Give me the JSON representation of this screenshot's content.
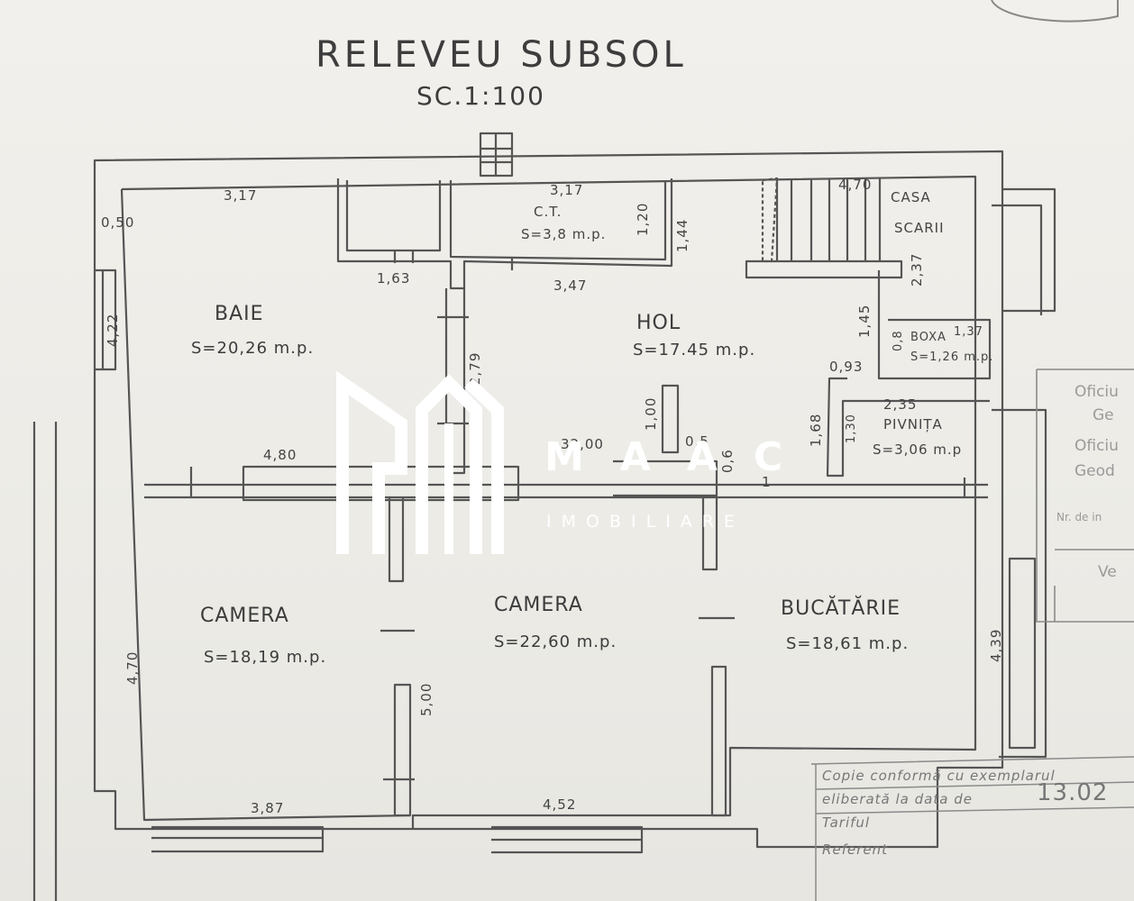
{
  "title": "RELEVEU SUBSOL",
  "scale": "SC.1:100",
  "rooms": {
    "baie": {
      "name": "BAIE",
      "area": "S=20,26 m.p."
    },
    "ct": {
      "name": "C.T.",
      "area": "S=3,8 m.p."
    },
    "hol": {
      "name": "HOL",
      "area": "S=17.45 m.p."
    },
    "casa_scarii": {
      "name1": "CASA",
      "name2": "SCARII"
    },
    "boxa": {
      "name": "BOXA",
      "area": "S=1,26 m.p."
    },
    "pivnita": {
      "name": "PIVNIȚA",
      "area": "S=3,06 m.p"
    },
    "camera1": {
      "name": "CAMERA",
      "area": "S=18,19 m.p."
    },
    "camera2": {
      "name": "CAMERA",
      "area": "S=22,60 m.p."
    },
    "bucatarie": {
      "name": "BUCĂTĂRIE",
      "area": "S=18,61 m.p."
    }
  },
  "dimensions": {
    "d_317a": "3,17",
    "d_317b": "3,17",
    "d_470": "4,70",
    "d_120": "1,20",
    "d_144": "1,44",
    "d_163": "1,63",
    "d_347": "3,47",
    "d_237": "2,37",
    "d_145": "1,45",
    "d_093": "0,93",
    "d_279": "2,79",
    "d_100": "1,00",
    "d_05": "0,5",
    "d_06": "0,6",
    "d_1": "1",
    "d_235": "2,35",
    "d_168": "1,68",
    "d_130": "1,30",
    "d_480": "4,80",
    "d_3200": "32,00",
    "d_422": "4,22",
    "d_050": "0,50",
    "d_470b": "4,70",
    "d_500": "5,00",
    "d_439": "4,39",
    "d_387": "3,87",
    "d_452": "4,52",
    "d_137": "1,37",
    "d_08": "0,8"
  },
  "stamp": {
    "line1": "Copie conformă cu exemplarul",
    "line2": "eliberată la data de",
    "line3": "Tariful",
    "line4": "Referent",
    "date": "13.02"
  },
  "side_labels": [
    "Oficiu",
    "Ge",
    "Oficiu",
    "Geod",
    "Nr. de in",
    "Ve"
  ],
  "watermark": {
    "brand": "MAAC",
    "sub": "IMOBILIARE"
  }
}
